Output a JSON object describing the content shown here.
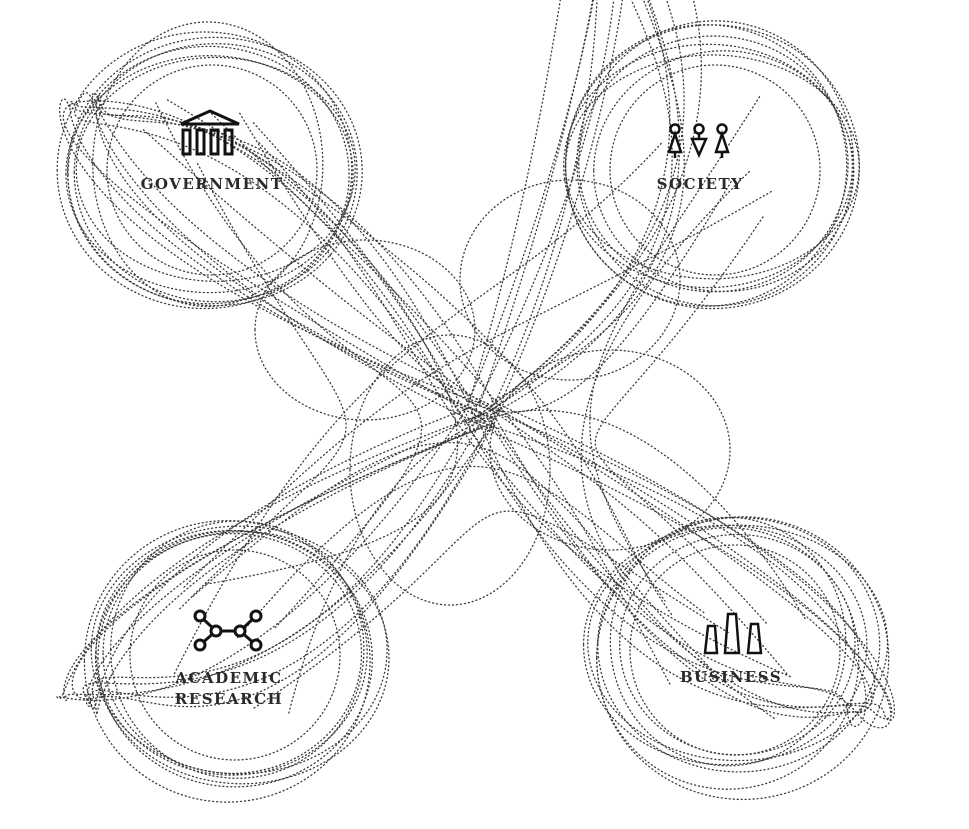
{
  "nodes": [
    {
      "id": "government",
      "label": "GOVERNMENT",
      "icon": "building-columns-icon"
    },
    {
      "id": "society",
      "label": "SOCIETY",
      "icon": "people-icon"
    },
    {
      "id": "academic",
      "label_line1": "ACADEMIC",
      "label_line2": "RESEARCH",
      "icon": "molecule-network-icon"
    },
    {
      "id": "business",
      "label": "BUSINESS",
      "icon": "bar-shapes-icon"
    }
  ],
  "colors": {
    "line": "#3a3a3a",
    "text": "#2a2a2a",
    "background": "#ffffff"
  }
}
